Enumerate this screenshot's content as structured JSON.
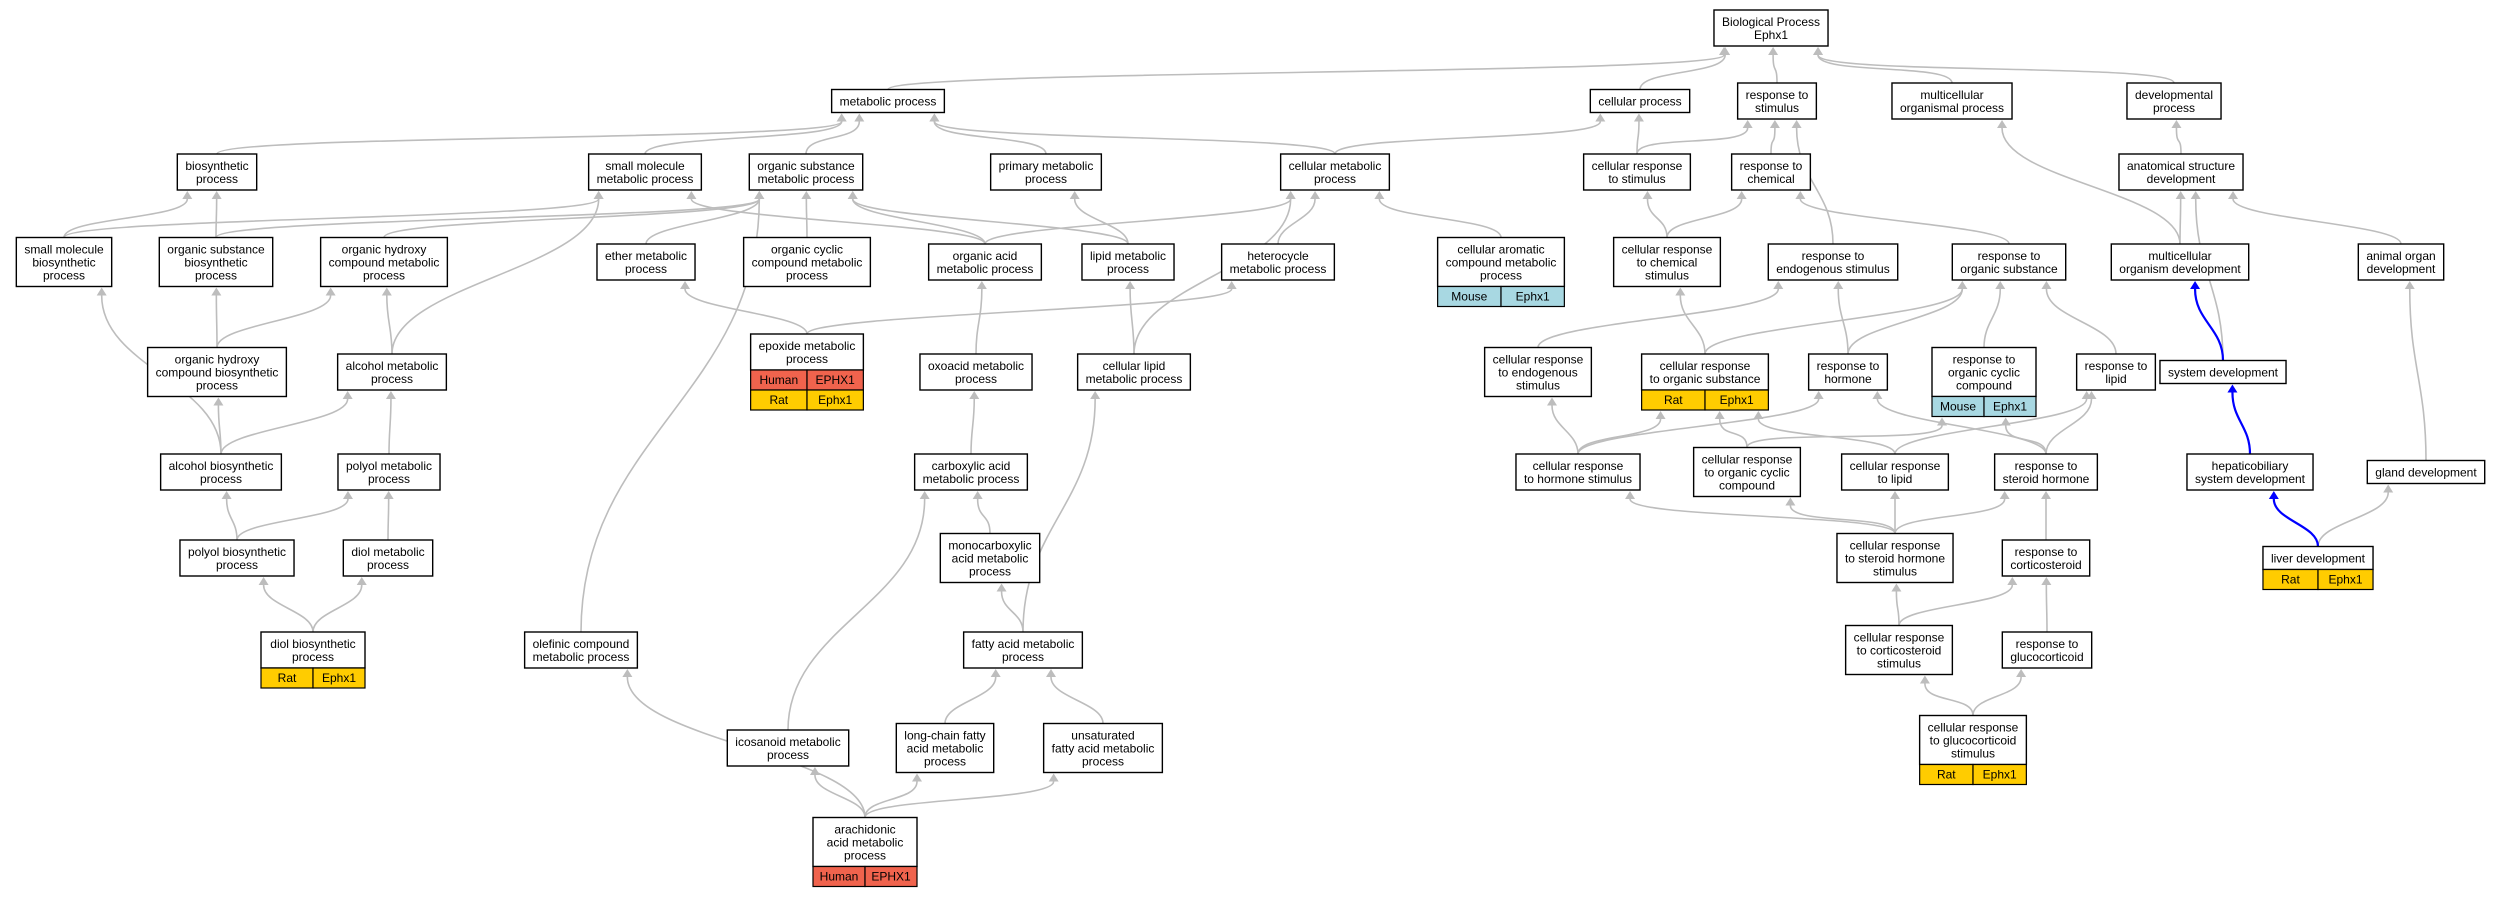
{
  "colors": {
    "human": "#f0634d",
    "rat": "#ffcc00",
    "mouse": "#a8d8e2",
    "edge": "#bdbdbd",
    "highlight_edge": "#0000ff"
  },
  "nodes": [
    {
      "id": "bp",
      "lines": [
        "Biological Process",
        "Ephx1"
      ]
    },
    {
      "id": "metabolic",
      "lines": [
        "metabolic process"
      ]
    },
    {
      "id": "cellular",
      "lines": [
        "cellular process"
      ]
    },
    {
      "id": "resp_stim",
      "lines": [
        "response to",
        "stimulus"
      ]
    },
    {
      "id": "multicell_org",
      "lines": [
        "multicellular",
        "organismal process"
      ]
    },
    {
      "id": "dev_proc",
      "lines": [
        "developmental",
        "process"
      ]
    },
    {
      "id": "biosynthetic",
      "lines": [
        "biosynthetic",
        "process"
      ]
    },
    {
      "id": "small_mol",
      "lines": [
        "small molecule",
        "metabolic process"
      ]
    },
    {
      "id": "org_sub_met",
      "lines": [
        "organic substance",
        "metabolic process"
      ]
    },
    {
      "id": "primary_met",
      "lines": [
        "primary metabolic",
        "process"
      ]
    },
    {
      "id": "cell_met",
      "lines": [
        "cellular metabolic",
        "process"
      ]
    },
    {
      "id": "cell_resp_stim",
      "lines": [
        "cellular response",
        "to stimulus"
      ]
    },
    {
      "id": "resp_chem",
      "lines": [
        "response to",
        "chemical"
      ]
    },
    {
      "id": "anat_dev",
      "lines": [
        "anatomical structure",
        "development"
      ]
    },
    {
      "id": "small_mol_bio",
      "lines": [
        "small molecule",
        "biosynthetic",
        "process"
      ]
    },
    {
      "id": "org_sub_bio",
      "lines": [
        "organic substance",
        "biosynthetic",
        "process"
      ]
    },
    {
      "id": "org_hydroxy_met",
      "lines": [
        "organic hydroxy",
        "compound metabolic",
        "process"
      ]
    },
    {
      "id": "ether_met",
      "lines": [
        "ether metabolic",
        "process"
      ]
    },
    {
      "id": "org_cyclic_met",
      "lines": [
        "organic cyclic",
        "compound metabolic",
        "process"
      ]
    },
    {
      "id": "org_acid_met",
      "lines": [
        "organic acid",
        "metabolic process"
      ]
    },
    {
      "id": "lipid_met",
      "lines": [
        "lipid metabolic",
        "process"
      ]
    },
    {
      "id": "heterocycle",
      "lines": [
        "heterocycle",
        "metabolic process"
      ]
    },
    {
      "id": "cell_arom",
      "lines": [
        "cellular aromatic",
        "compound metabolic",
        "process"
      ],
      "badges": [
        {
          "species": "Mouse",
          "gene": "Ephx1",
          "color": "mouse"
        }
      ]
    },
    {
      "id": "cell_resp_chem",
      "lines": [
        "cellular response",
        "to chemical",
        "stimulus"
      ]
    },
    {
      "id": "resp_endo",
      "lines": [
        "response to",
        "endogenous stimulus"
      ]
    },
    {
      "id": "resp_org_sub",
      "lines": [
        "response to",
        "organic substance"
      ]
    },
    {
      "id": "multicell_dev",
      "lines": [
        "multicellular",
        "organism development"
      ]
    },
    {
      "id": "animal_organ",
      "lines": [
        "animal organ",
        "development"
      ]
    },
    {
      "id": "org_hydroxy_bio",
      "lines": [
        "organic hydroxy",
        "compound biosynthetic",
        "process"
      ]
    },
    {
      "id": "alcohol_met",
      "lines": [
        "alcohol metabolic",
        "process"
      ]
    },
    {
      "id": "epoxide",
      "lines": [
        "epoxide metabolic",
        "process"
      ],
      "badges": [
        {
          "species": "Human",
          "gene": "EPHX1",
          "color": "human"
        },
        {
          "species": "Rat",
          "gene": "Ephx1",
          "color": "rat"
        }
      ]
    },
    {
      "id": "oxoacid",
      "lines": [
        "oxoacid metabolic",
        "process"
      ]
    },
    {
      "id": "cell_lipid",
      "lines": [
        "cellular lipid",
        "metabolic process"
      ]
    },
    {
      "id": "cell_resp_endo",
      "lines": [
        "cellular response",
        "to endogenous",
        "stimulus"
      ]
    },
    {
      "id": "cell_resp_org_sub",
      "lines": [
        "cellular response",
        "to organic substance"
      ],
      "badges": [
        {
          "species": "Rat",
          "gene": "Ephx1",
          "color": "rat"
        }
      ]
    },
    {
      "id": "resp_hormone",
      "lines": [
        "response to",
        "hormone"
      ]
    },
    {
      "id": "resp_org_cyclic",
      "lines": [
        "response to",
        "organic cyclic",
        "compound"
      ],
      "badges": [
        {
          "species": "Mouse",
          "gene": "Ephx1",
          "color": "mouse"
        }
      ]
    },
    {
      "id": "resp_lipid",
      "lines": [
        "response to",
        "lipid"
      ]
    },
    {
      "id": "system_dev",
      "lines": [
        "system development"
      ]
    },
    {
      "id": "alcohol_bio",
      "lines": [
        "alcohol biosynthetic",
        "process"
      ]
    },
    {
      "id": "polyol_met",
      "lines": [
        "polyol metabolic",
        "process"
      ]
    },
    {
      "id": "carboxylic",
      "lines": [
        "carboxylic acid",
        "metabolic process"
      ]
    },
    {
      "id": "cell_resp_hormone",
      "lines": [
        "cellular response",
        "to hormone stimulus"
      ]
    },
    {
      "id": "cell_resp_org_cyclic",
      "lines": [
        "cellular response",
        "to organic cyclic",
        "compound"
      ]
    },
    {
      "id": "cell_resp_lipid",
      "lines": [
        "cellular response",
        "to lipid"
      ]
    },
    {
      "id": "resp_steroid",
      "lines": [
        "response to",
        "steroid hormone"
      ]
    },
    {
      "id": "hepato",
      "lines": [
        "hepaticobiliary",
        "system development"
      ]
    },
    {
      "id": "gland_dev",
      "lines": [
        "gland development"
      ]
    },
    {
      "id": "polyol_bio",
      "lines": [
        "polyol biosynthetic",
        "process"
      ]
    },
    {
      "id": "diol_met",
      "lines": [
        "diol metabolic",
        "process"
      ]
    },
    {
      "id": "monocarbox",
      "lines": [
        "monocarboxylic",
        "acid metabolic",
        "process"
      ]
    },
    {
      "id": "cell_resp_steroid",
      "lines": [
        "cellular response",
        "to steroid hormone",
        "stimulus"
      ]
    },
    {
      "id": "resp_cortico",
      "lines": [
        "response to",
        "corticosteroid"
      ]
    },
    {
      "id": "liver_dev",
      "lines": [
        "liver development"
      ],
      "badges": [
        {
          "species": "Rat",
          "gene": "Ephx1",
          "color": "rat"
        }
      ]
    },
    {
      "id": "diol_bio",
      "lines": [
        "diol biosynthetic",
        "process"
      ],
      "badges": [
        {
          "species": "Rat",
          "gene": "Ephx1",
          "color": "rat"
        }
      ]
    },
    {
      "id": "olefinic",
      "lines": [
        "olefinic compound",
        "metabolic process"
      ]
    },
    {
      "id": "fatty_acid",
      "lines": [
        "fatty acid metabolic",
        "process"
      ]
    },
    {
      "id": "cell_resp_cortico",
      "lines": [
        "cellular response",
        "to corticosteroid",
        "stimulus"
      ]
    },
    {
      "id": "resp_gluco",
      "lines": [
        "response to",
        "glucocorticoid"
      ]
    },
    {
      "id": "icosanoid",
      "lines": [
        "icosanoid metabolic",
        "process"
      ]
    },
    {
      "id": "long_chain",
      "lines": [
        "long-chain fatty",
        "acid metabolic",
        "process"
      ]
    },
    {
      "id": "unsat_fatty",
      "lines": [
        "unsaturated",
        "fatty acid metabolic",
        "process"
      ]
    },
    {
      "id": "cell_resp_gluco",
      "lines": [
        "cellular response",
        "to glucocorticoid",
        "stimulus"
      ],
      "badges": [
        {
          "species": "Rat",
          "gene": "Ephx1",
          "color": "rat"
        }
      ]
    },
    {
      "id": "arachidonic",
      "lines": [
        "arachidonic",
        "acid metabolic",
        "process"
      ],
      "badges": [
        {
          "species": "Human",
          "gene": "EPHX1",
          "color": "human"
        }
      ]
    }
  ],
  "edges": [
    [
      "metabolic",
      "bp"
    ],
    [
      "cellular",
      "bp"
    ],
    [
      "resp_stim",
      "bp"
    ],
    [
      "multicell_org",
      "bp"
    ],
    [
      "dev_proc",
      "bp"
    ],
    [
      "biosynthetic",
      "metabolic"
    ],
    [
      "small_mol",
      "metabolic"
    ],
    [
      "org_sub_met",
      "metabolic"
    ],
    [
      "primary_met",
      "metabolic"
    ],
    [
      "cell_met",
      "metabolic"
    ],
    [
      "cell_met",
      "cellular"
    ],
    [
      "cell_resp_stim",
      "cellular"
    ],
    [
      "cell_resp_stim",
      "resp_stim"
    ],
    [
      "resp_chem",
      "resp_stim"
    ],
    [
      "resp_endo",
      "resp_stim"
    ],
    [
      "anat_dev",
      "dev_proc"
    ],
    [
      "multicell_dev",
      "multicell_org"
    ],
    [
      "multicell_dev",
      "anat_dev"
    ],
    [
      "system_dev",
      "anat_dev"
    ],
    [
      "animal_organ",
      "anat_dev"
    ],
    [
      "small_mol_bio",
      "biosynthetic"
    ],
    [
      "org_sub_bio",
      "biosynthetic"
    ],
    [
      "small_mol_bio",
      "small_mol"
    ],
    [
      "org_sub_bio",
      "org_sub_met"
    ],
    [
      "org_hydroxy_met",
      "org_sub_met"
    ],
    [
      "ether_met",
      "org_sub_met"
    ],
    [
      "org_cyclic_met",
      "org_sub_met"
    ],
    [
      "org_acid_met",
      "org_sub_met"
    ],
    [
      "lipid_met",
      "org_sub_met"
    ],
    [
      "org_acid_met",
      "small_mol"
    ],
    [
      "lipid_met",
      "primary_met"
    ],
    [
      "org_acid_met",
      "cell_met"
    ],
    [
      "heterocycle",
      "cell_met"
    ],
    [
      "cell_arom",
      "cell_met"
    ],
    [
      "cell_lipid",
      "cell_met"
    ],
    [
      "cell_resp_chem",
      "cell_resp_stim"
    ],
    [
      "cell_resp_chem",
      "resp_chem"
    ],
    [
      "resp_org_sub",
      "resp_chem"
    ],
    [
      "org_hydroxy_bio",
      "org_sub_bio"
    ],
    [
      "org_hydroxy_bio",
      "org_hydroxy_met"
    ],
    [
      "alcohol_met",
      "org_hydroxy_met"
    ],
    [
      "alcohol_met",
      "small_mol"
    ],
    [
      "epoxide",
      "ether_met"
    ],
    [
      "epoxide",
      "heterocycle"
    ],
    [
      "oxoacid",
      "org_acid_met"
    ],
    [
      "cell_lipid",
      "lipid_met"
    ],
    [
      "cell_resp_endo",
      "resp_endo"
    ],
    [
      "cell_resp_org_sub",
      "cell_resp_chem"
    ],
    [
      "cell_resp_org_sub",
      "resp_org_sub"
    ],
    [
      "resp_hormone",
      "resp_endo"
    ],
    [
      "resp_hormone",
      "resp_org_sub"
    ],
    [
      "resp_org_cyclic",
      "resp_org_sub"
    ],
    [
      "resp_lipid",
      "resp_org_sub"
    ],
    [
      "alcohol_bio",
      "small_mol_bio"
    ],
    [
      "alcohol_bio",
      "org_hydroxy_bio"
    ],
    [
      "alcohol_bio",
      "alcohol_met"
    ],
    [
      "polyol_met",
      "alcohol_met"
    ],
    [
      "carboxylic",
      "oxoacid"
    ],
    [
      "cell_resp_hormone",
      "cell_resp_endo"
    ],
    [
      "cell_resp_hormone",
      "cell_resp_org_sub"
    ],
    [
      "cell_resp_hormone",
      "resp_hormone"
    ],
    [
      "cell_resp_org_cyclic",
      "cell_resp_org_sub"
    ],
    [
      "cell_resp_org_cyclic",
      "resp_org_cyclic"
    ],
    [
      "cell_resp_lipid",
      "cell_resp_org_sub"
    ],
    [
      "cell_resp_lipid",
      "resp_lipid"
    ],
    [
      "resp_steroid",
      "resp_hormone"
    ],
    [
      "resp_steroid",
      "resp_org_cyclic"
    ],
    [
      "resp_steroid",
      "resp_lipid"
    ],
    [
      "polyol_bio",
      "alcohol_bio"
    ],
    [
      "polyol_bio",
      "polyol_met"
    ],
    [
      "diol_met",
      "polyol_met"
    ],
    [
      "monocarbox",
      "carboxylic"
    ],
    [
      "cell_resp_steroid",
      "cell_resp_hormone"
    ],
    [
      "cell_resp_steroid",
      "cell_resp_org_cyclic"
    ],
    [
      "cell_resp_steroid",
      "cell_resp_lipid"
    ],
    [
      "cell_resp_steroid",
      "resp_steroid"
    ],
    [
      "resp_cortico",
      "resp_steroid"
    ],
    [
      "diol_bio",
      "polyol_bio"
    ],
    [
      "diol_bio",
      "diol_met"
    ],
    [
      "olefinic",
      "org_sub_met"
    ],
    [
      "fatty_acid",
      "monocarbox"
    ],
    [
      "fatty_acid",
      "cell_lipid"
    ],
    [
      "cell_resp_cortico",
      "cell_resp_steroid"
    ],
    [
      "cell_resp_cortico",
      "resp_cortico"
    ],
    [
      "resp_gluco",
      "resp_cortico"
    ],
    [
      "icosanoid",
      "carboxylic"
    ],
    [
      "long_chain",
      "fatty_acid"
    ],
    [
      "unsat_fatty",
      "fatty_acid"
    ],
    [
      "cell_resp_gluco",
      "cell_resp_cortico"
    ],
    [
      "cell_resp_gluco",
      "resp_gluco"
    ],
    [
      "arachidonic",
      "olefinic"
    ],
    [
      "arachidonic",
      "icosanoid"
    ],
    [
      "arachidonic",
      "long_chain"
    ],
    [
      "arachidonic",
      "unsat_fatty"
    ],
    [
      "gland_dev",
      "animal_organ"
    ],
    [
      "liver_dev",
      "gland_dev"
    ]
  ],
  "highlight_edges": [
    [
      "system_dev",
      "multicell_dev"
    ],
    [
      "hepato",
      "system_dev"
    ],
    [
      "liver_dev",
      "hepato"
    ]
  ]
}
